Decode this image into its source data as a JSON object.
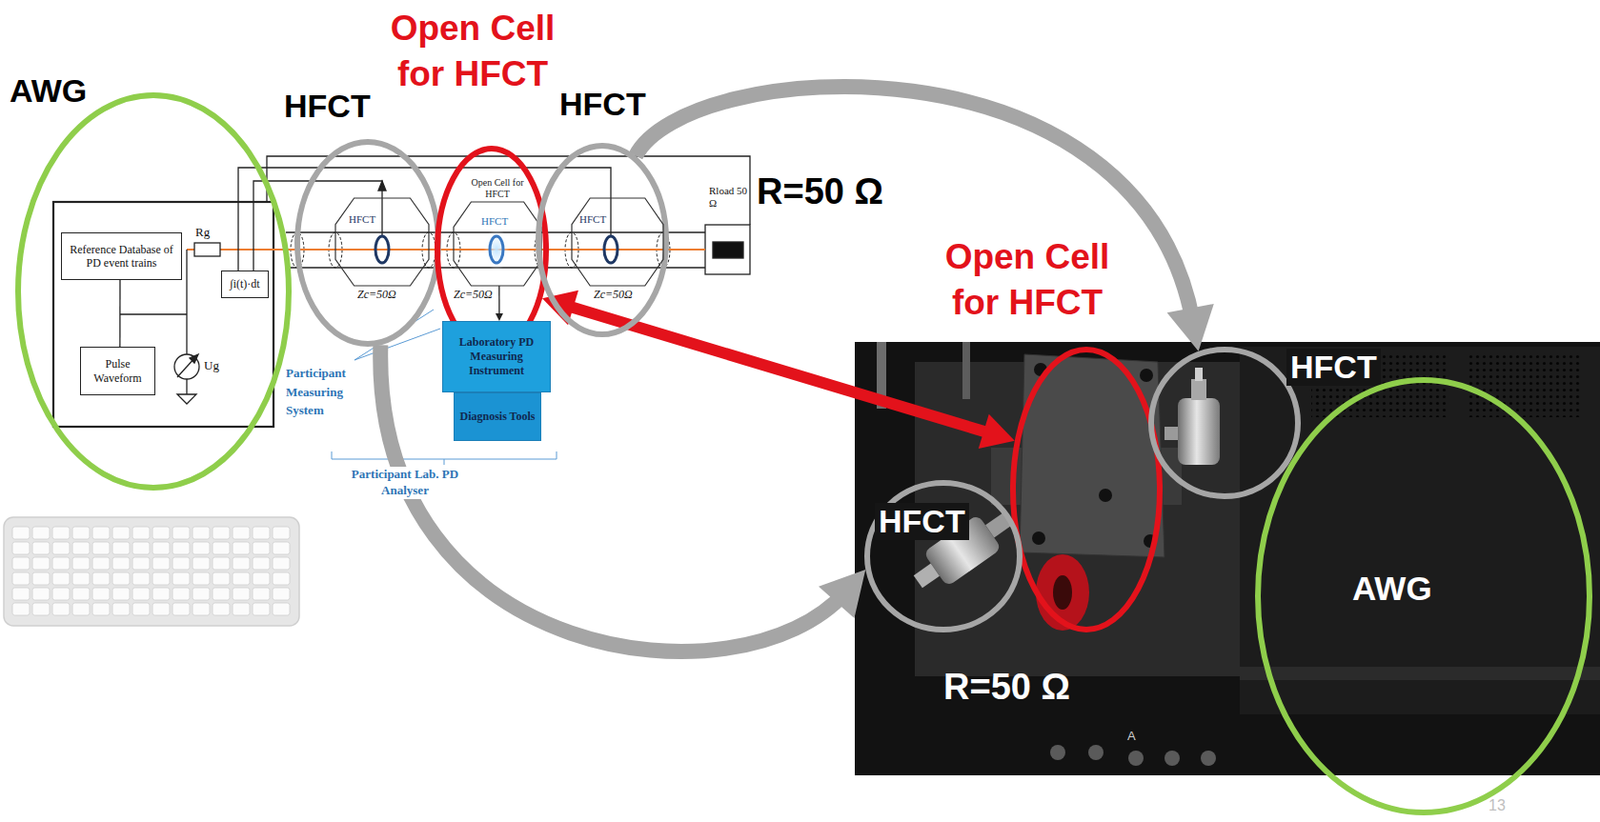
{
  "diagram": {
    "nodes": [
      {
        "text": [
          "AWG"
        ]
      },
      {
        "text": [
          "Reference Database of PD event trains"
        ],
        "in": 0
      },
      {
        "text": [
          "Pulse Waveform"
        ],
        "in": 0
      },
      {
        "text": [
          "∫i(t)·dt"
        ],
        "in": 0
      },
      {
        "text": [
          "HFCT"
        ]
      },
      {
        "text": [
          "HFCT",
          "Zc=50Ω"
        ],
        "in": 4
      },
      {
        "text": [
          "Open Cell for HFCT"
        ]
      },
      {
        "text": [
          "Open Cell for HFCT",
          "HFCT",
          "Zc=50Ω"
        ],
        "in": 6
      },
      {
        "text": [
          "HFCT"
        ]
      },
      {
        "text": [
          "HFCT",
          "Zc=50Ω"
        ],
        "in": 8
      },
      {
        "text": [
          "Laboratory PD Measuring Instrument"
        ]
      },
      {
        "text": [
          "Diagnosis Tools"
        ]
      },
      {
        "text": [
          "Open Cell for HFCT"
        ]
      },
      {
        "text": [
          "HFCT"
        ]
      },
      {
        "text": [
          "HFCT"
        ]
      },
      {
        "text": [
          "AWG"
        ]
      }
    ],
    "edges": [
      {
        "from": 1,
        "to": 2,
        "arrow": "none"
      },
      {
        "from": 7,
        "to": 10,
        "arrow": "to"
      },
      {
        "from": 6,
        "to": 12,
        "arrow": "both"
      },
      {
        "from": 8,
        "to": 13,
        "arrow": "to"
      },
      {
        "from": 4,
        "to": 14,
        "arrow": "to"
      }
    ],
    "labels": [
      "Rg",
      "Ug",
      "Rload 50 Ω",
      "R=50 Ω",
      "Participant Measuring System",
      "Participant Lab. PD Analyser",
      "R=50 Ω",
      "A",
      "13"
    ]
  }
}
